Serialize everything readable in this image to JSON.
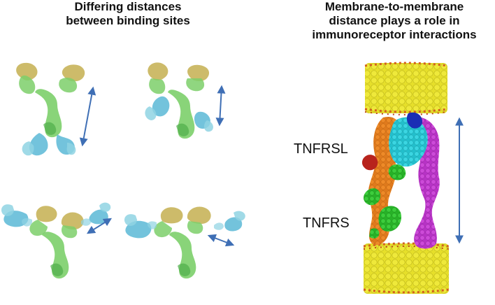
{
  "left_panel": {
    "title_lines": [
      "Differing distances",
      "between binding sites"
    ]
  },
  "right_panel": {
    "title_lines": [
      "Membrane-to-membrane",
      "distance plays a role in",
      "immunoreceptor interactions"
    ],
    "label_ligand": "TNFRSL",
    "label_receptor": "TNFRS"
  },
  "colors": {
    "antibody_heavy": "#7ccf6a",
    "antibody_heavy_dark": "#4fae4a",
    "antibody_fab_top": "#c8b45a",
    "antibody_light": "#8fd3e3",
    "antibody_light_dark": "#5ab8d6",
    "arrow": "#3f6fb5",
    "membrane": "#e6df2a",
    "membrane_edge": "#d2601e",
    "ligand_orange": "#e07a1c",
    "ligand_cyan": "#2cc9d6",
    "ligand_magenta": "#c23ccf",
    "receptor_green": "#2fbf2f",
    "ligand_red": "#b8231c",
    "ligand_blue": "#1a2fb5"
  }
}
